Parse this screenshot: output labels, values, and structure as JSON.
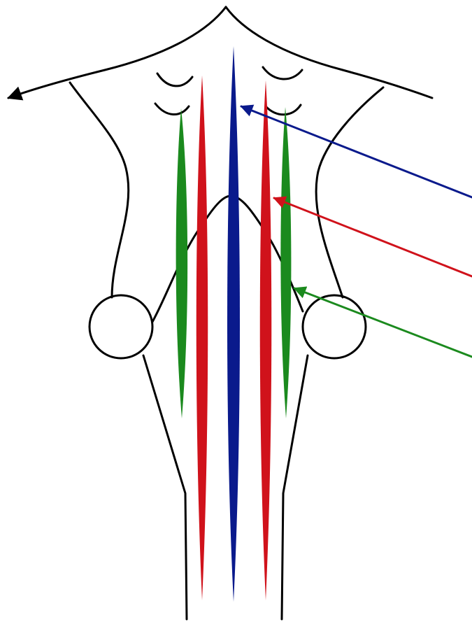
{
  "colors": {
    "outline": "#000000",
    "background": "#ffffff",
    "blue": "#0a1a8c",
    "red": "#d0121b",
    "green": "#1b8a1e"
  },
  "structures": [
    {
      "id": "midline-band",
      "color": "blue"
    },
    {
      "id": "left-medial-band",
      "color": "red"
    },
    {
      "id": "right-medial-band",
      "color": "red"
    },
    {
      "id": "left-lateral-band",
      "color": "green"
    },
    {
      "id": "right-lateral-band",
      "color": "green"
    }
  ],
  "pointers": [
    {
      "id": "blue-pointer",
      "color": "blue",
      "target": "midline-band"
    },
    {
      "id": "red-pointer",
      "color": "red",
      "target": "right-medial-band"
    },
    {
      "id": "green-pointer",
      "color": "green",
      "target": "right-lateral-band"
    }
  ]
}
